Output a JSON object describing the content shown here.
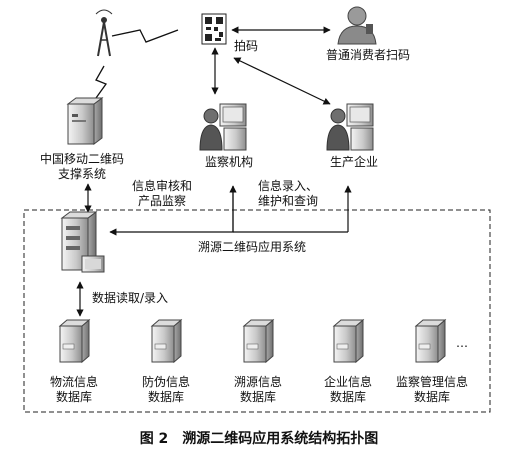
{
  "nodes": {
    "scan_code": "拍码",
    "consumer": "普通消费者扫码",
    "cmcc_line1": "中国移动二维码",
    "cmcc_line2": "支撑系统",
    "regulator": "监察机构",
    "enterprise": "生产企业"
  },
  "edge_labels": {
    "review_line1": "信息审核和",
    "review_line2": "产品监察",
    "entry_line1": "信息录入、",
    "entry_line2": "维护和查询",
    "app_system": "溯源二维码应用系统",
    "db_rw": "数据读取/录入"
  },
  "databases": [
    {
      "line1": "物流信息",
      "line2": "数据库"
    },
    {
      "line1": "防伪信息",
      "line2": "数据库"
    },
    {
      "line1": "溯源信息",
      "line2": "数据库"
    },
    {
      "line1": "企业信息",
      "line2": "数据库"
    },
    {
      "line1": "监察管理信息",
      "line2": "数据库"
    }
  ],
  "more_marker": "…",
  "caption": {
    "number": "图 2",
    "title": "溯源二维码应用系统结构拓扑图"
  }
}
